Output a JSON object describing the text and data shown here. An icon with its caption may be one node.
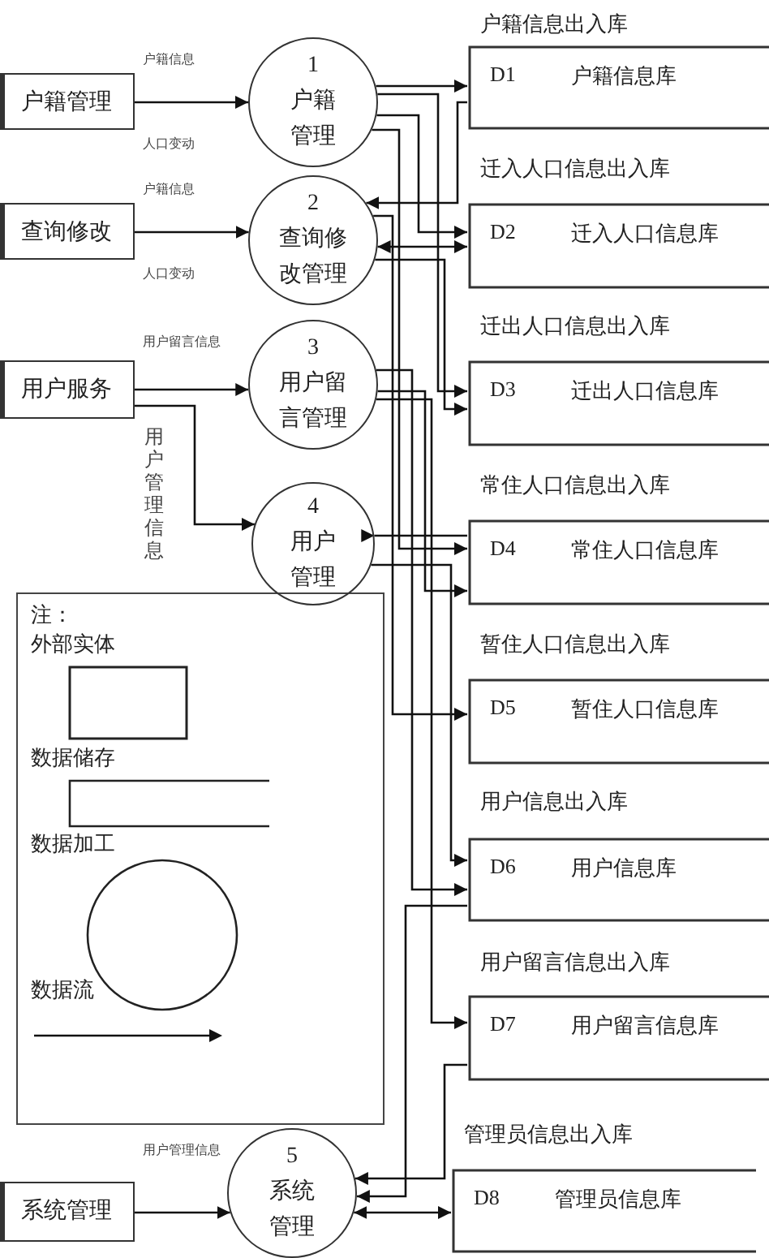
{
  "diagram": {
    "nodes": [
      {
        "text": [
          "户籍管理"
        ]
      },
      {
        "text": [
          "查询修改"
        ]
      },
      {
        "text": [
          "用户服务"
        ]
      },
      {
        "text": [
          "系统管理"
        ]
      },
      {
        "text": [
          "1",
          "户籍管理"
        ]
      },
      {
        "text": [
          "2",
          "查询修改管理"
        ]
      },
      {
        "text": [
          "3",
          "用户留言管理"
        ]
      },
      {
        "text": [
          "4",
          "用户管理"
        ]
      },
      {
        "text": [
          "5",
          "系统管理"
        ]
      },
      {
        "text": [
          "D1",
          "户籍信息库"
        ],
        "beside": [
          "户籍信息出入库"
        ]
      },
      {
        "text": [
          "D2",
          "迁入人口信息库"
        ],
        "beside": [
          "迁入人口信息出入库"
        ]
      },
      {
        "text": [
          "D3",
          "迁出人口信息库"
        ],
        "beside": [
          "迁出人口信息出入库"
        ]
      },
      {
        "text": [
          "D4",
          "常住人口信息库"
        ],
        "beside": [
          "常住人口信息出入库"
        ]
      },
      {
        "text": [
          "D5",
          "暂住人口信息库"
        ],
        "beside": [
          "暂住人口信息出入库"
        ]
      },
      {
        "text": [
          "D6",
          "用户信息库"
        ],
        "beside": [
          "用户信息出入库"
        ]
      },
      {
        "text": [
          "D7",
          "用户留言信息库"
        ],
        "beside": [
          "用户留言信息出入库"
        ]
      },
      {
        "text": [
          "D8",
          "管理员信息库"
        ],
        "beside": [
          "管理员信息出入库"
        ]
      }
    ],
    "edges": [
      {
        "from": 0,
        "to": 4,
        "arrow": "to",
        "label": "户籍信息"
      },
      {
        "from": 1,
        "to": 5,
        "arrow": "to",
        "label": "户籍信息"
      },
      {
        "from": 2,
        "to": 6,
        "arrow": "to",
        "label": "用户留言信息"
      },
      {
        "from": 2,
        "to": 7,
        "arrow": "to",
        "label": "用户管理信息"
      },
      {
        "from": 3,
        "to": 8,
        "arrow": "to",
        "label": "用户管理信息"
      },
      {
        "from": 4,
        "to": 9,
        "arrow": "to"
      },
      {
        "from": 9,
        "to": 5,
        "arrow": "to"
      },
      {
        "from": 4,
        "to": 10,
        "arrow": "to"
      },
      {
        "from": 5,
        "to": 10,
        "arrow": "both"
      },
      {
        "from": 4,
        "to": 11,
        "arrow": "to"
      },
      {
        "from": 5,
        "to": 11,
        "arrow": "to"
      },
      {
        "from": 4,
        "to": 12,
        "arrow": "to"
      },
      {
        "from": 6,
        "to": 12,
        "arrow": "to"
      },
      {
        "from": 12,
        "to": 7,
        "arrow": "to"
      },
      {
        "from": 5,
        "to": 13,
        "arrow": "to"
      },
      {
        "from": 7,
        "to": 14,
        "arrow": "to"
      },
      {
        "from": 6,
        "to": 14,
        "arrow": "to"
      },
      {
        "from": 6,
        "to": 15,
        "arrow": "to"
      },
      {
        "from": 15,
        "to": 8,
        "arrow": "to"
      },
      {
        "from": 14,
        "to": 8,
        "arrow": "to"
      },
      {
        "from": 8,
        "to": 16,
        "arrow": "both"
      }
    ],
    "labels": [
      "人口变动",
      "人口变动",
      "注："
    ],
    "legend": [
      {
        "text": "外部实体"
      },
      {
        "text": "数据储存"
      },
      {
        "text": "数据加工"
      },
      {
        "text": "数据流"
      }
    ]
  }
}
